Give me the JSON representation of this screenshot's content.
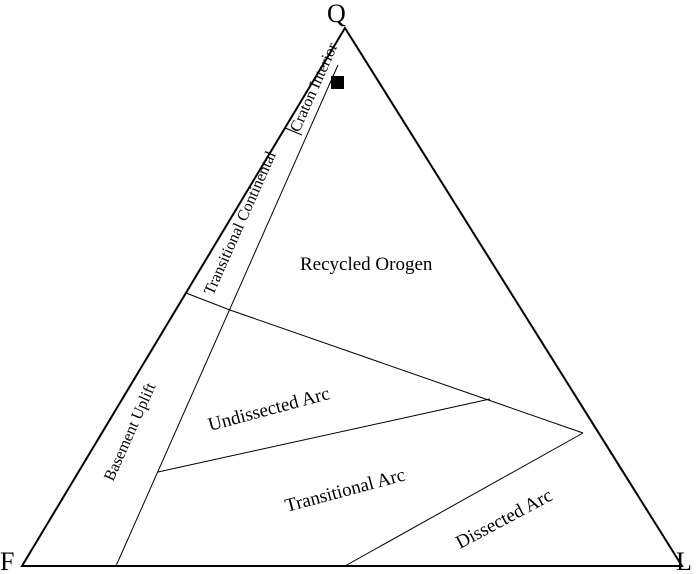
{
  "diagram": {
    "vertices": {
      "top": "Q",
      "left": "F",
      "right": "L"
    },
    "fields": {
      "craton_interior": "Craton Interior",
      "transitional_continental": "Transitional Continental",
      "basement_uplift": "Basement Uplift",
      "recycled_orogen": "Recycled Orogen",
      "undissected_arc": "Undissected Arc",
      "transitional_arc": "Transitional Arc",
      "dissected_arc": "Dissected Arc"
    },
    "sample_marker": {
      "shape": "filled-square",
      "color": "#000000"
    },
    "line_color": "#000000",
    "background": "#ffffff"
  }
}
